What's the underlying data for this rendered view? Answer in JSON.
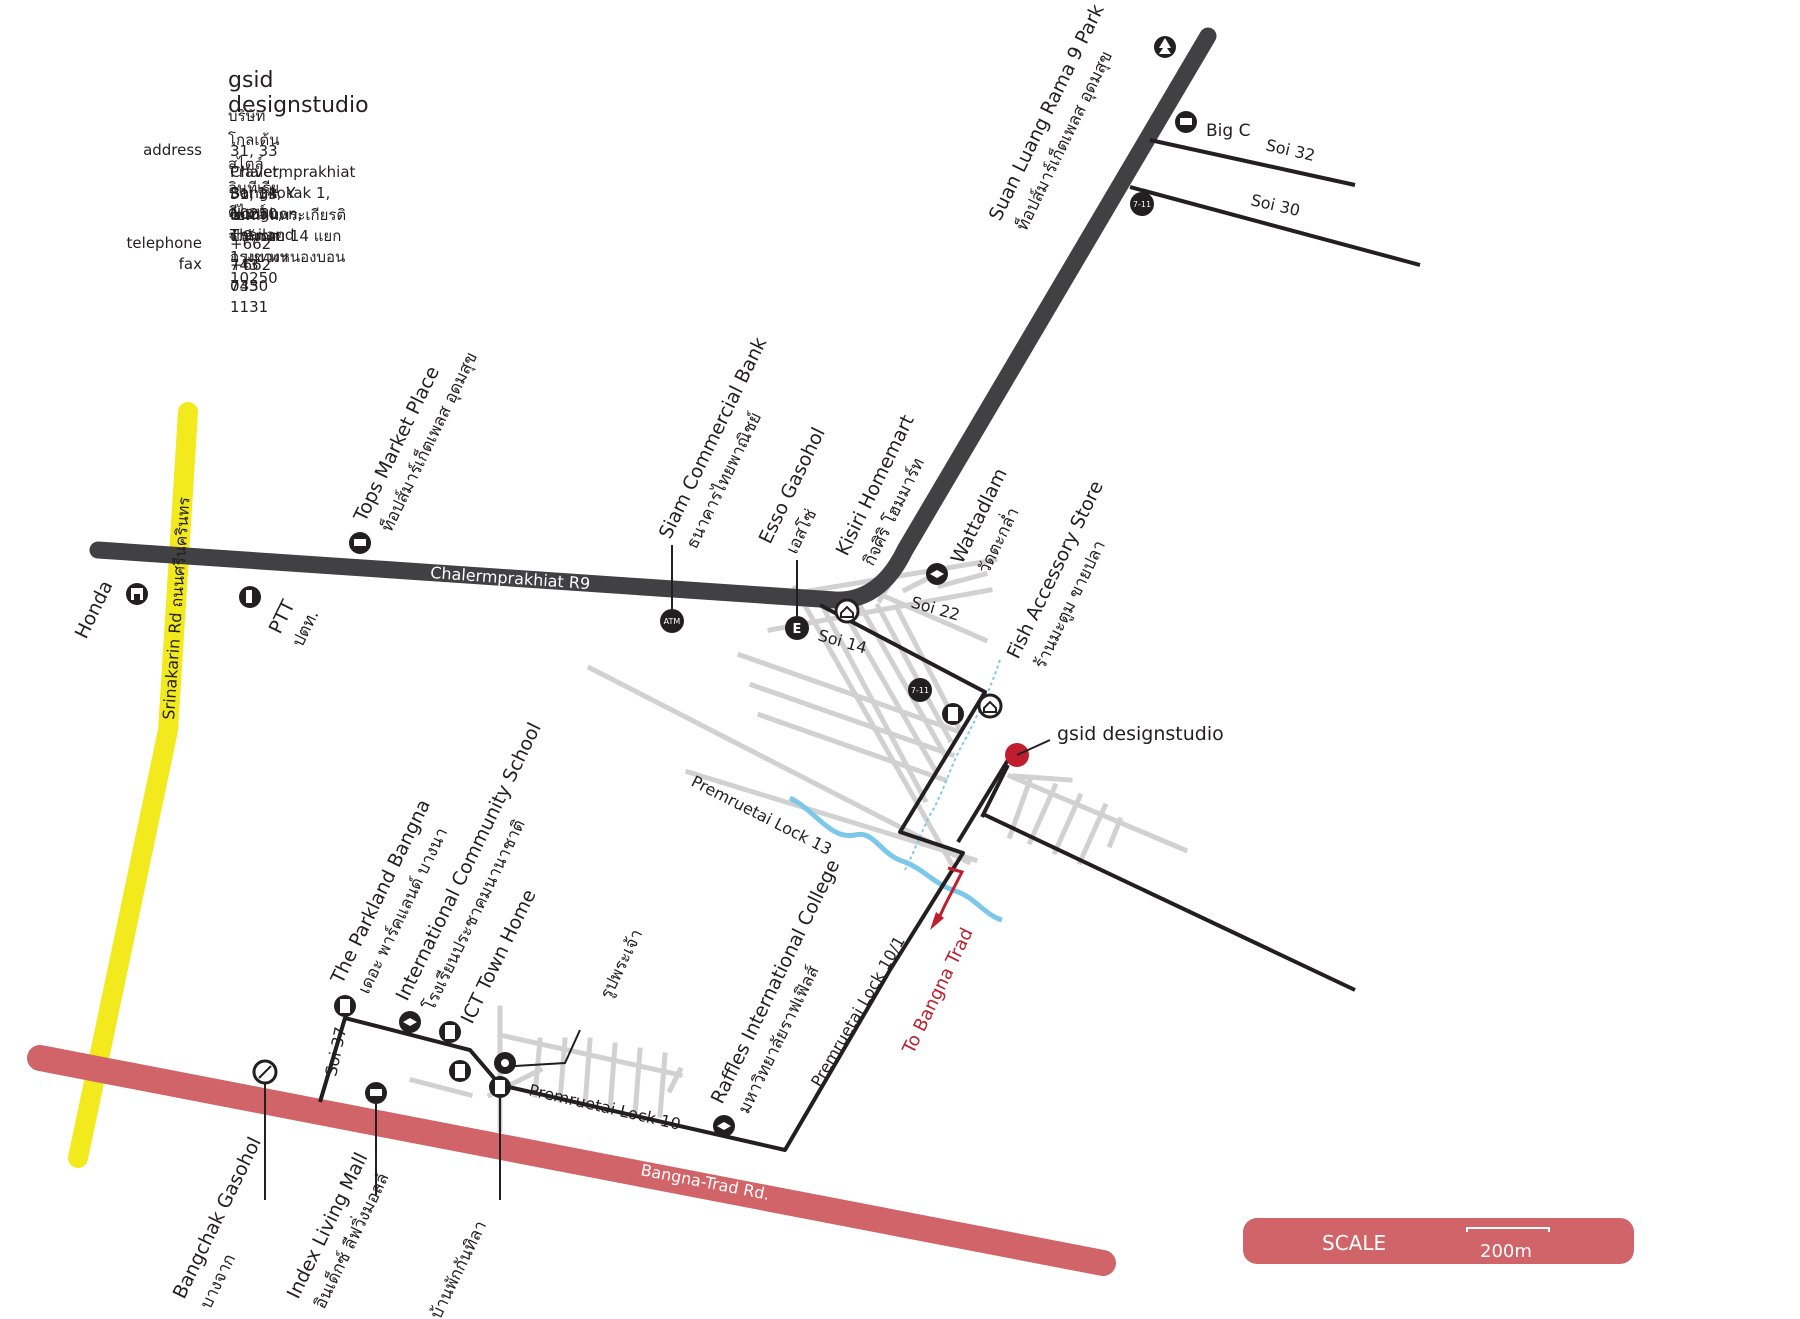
{
  "header": {
    "company": "gsid designstudio",
    "company_th": "บริษัท โกลเด้น สไตล์ อินทีเรีย ดีไซน์ จำกัด",
    "address_label": "address",
    "address_lines": [
      "31, 33 Chalermprakhiat Soi 14, Yak 1, Nongbon,",
      "Pravet, Bangkok 10250, Thailand",
      "31, 33 ซ.เฉลิมพระเกียรติ ร.9 ซอย 14 แยก 1 แขวงหนองบอน",
      "เขตประเวศ กรุงเทพฯ 10250"
    ],
    "telephone_label": "telephone",
    "telephone": "+662 743 0350",
    "fax_label": "fax",
    "fax": "+662 743 1131"
  },
  "roads": {
    "srinakarin": "Srinakarin Rd ถนนศรีนครินทร",
    "chalermprakhiat": "Chalermprakhiat R9",
    "bangna_trad": "Bangna-Trad Rd.",
    "soi14": "Soi 14",
    "soi22": "Soi 22",
    "soi30": "Soi 30",
    "soi32": "Soi 32",
    "soi37": "Soi 37",
    "lock13": "Premruetai Lock 13",
    "lock10": "Premruetai Lock 10",
    "lock10_1": "Premruetai Lock 10/1",
    "to_bangna": "To Bangna Trad"
  },
  "places": {
    "park_en": "Suan Luang Rama 9 Park",
    "park_th": "ท็อปส์มาร์เก็ตเพลส อุดมสุข",
    "bigc": "Big C",
    "tops_en": "Tops Market Place",
    "tops_th": "ท็อปส์มาร์เก็ตเพลส อุดมสุข",
    "scb_en": "Siam Commercial Bank",
    "scb_th": "ธนาคารไทยพาณิชย์",
    "esso_en": "Esso Gasohol",
    "esso_th": "เอสโซ่",
    "kisiri_en": "Kisiri Homemart",
    "kisiri_th": "กิจศิริ โฮมมาร์ท",
    "wat_en": "Wattadlam",
    "wat_th": "วัดตะกล่ำ",
    "fish_en": "Fish Accessory Store",
    "fish_th": "ร้านมะตูม ขายปลา",
    "honda": "Honda",
    "ptt_en": "PTT",
    "ptt_th": "ปตท.",
    "gsid": "gsid designstudio",
    "parkland_en": "The Parkland Bangna",
    "parkland_th": "เดอะ พาร์คแลนด์ บางนา",
    "ics_en": "International Community School",
    "ics_th": "โรงเรียนประชาคมนานาชาติ",
    "ict": "ICT Town Home",
    "buddha": "รูปพระเจ้า",
    "raffles_en": "Raffles International College",
    "raffles_th": "มหาวิทยาลัยราฟเฟิลส์",
    "bangchak_en": "Bangchak Gasohol",
    "bangchak_th": "บางจาก",
    "index_en": "Index Living Mall",
    "index_th": "อินเด็กซ์ ลีฟวิ่งมอลล์",
    "house_th": "บ้านพักกันทิลา"
  },
  "icons": {
    "seven_eleven": "7-11",
    "atm": "ATM",
    "esso": "E"
  },
  "scale": {
    "label": "SCALE",
    "distance": "200m"
  },
  "colors": {
    "main_road": "#414042",
    "srinakarin": "#f2ea1d",
    "bangna": "#d06468",
    "minor_road": "#d1d1d1",
    "route": "#231f20",
    "canal": "#7cc8ea",
    "marker": "#be1e2d",
    "arrow": "#be1e2d"
  }
}
